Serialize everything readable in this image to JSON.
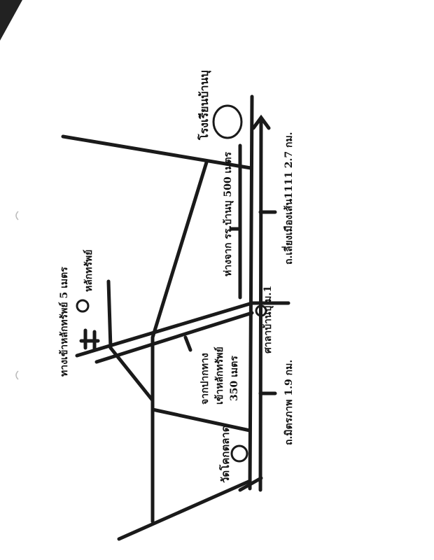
{
  "labels": {
    "school": "โรงเรียนบ้านบุ",
    "distance_from_school": "ห่างจาก รร.บ้านบุ 500 เมตร",
    "road_right": "ถ.เลี่ยงเมืองเส้น1111 2.7 กม.",
    "road_left": "ถ.มิตรภาพ 1.9 กม.",
    "sala": "ศาลาบ้านบุ ม.1",
    "entry_5m": "ทางเข้าหลักทรัพย์ 5 เมตร",
    "property": "หลักทรัพย์",
    "from_entrance_line1": "จากปากทาง",
    "from_entrance_line2": "เข้าหลักทรัพย์",
    "from_entrance_line3": "350 เมตร",
    "temple": "วัดโคกตลาด"
  },
  "colors": {
    "ink": "#1a1a1a",
    "paper": "#ffffff"
  }
}
